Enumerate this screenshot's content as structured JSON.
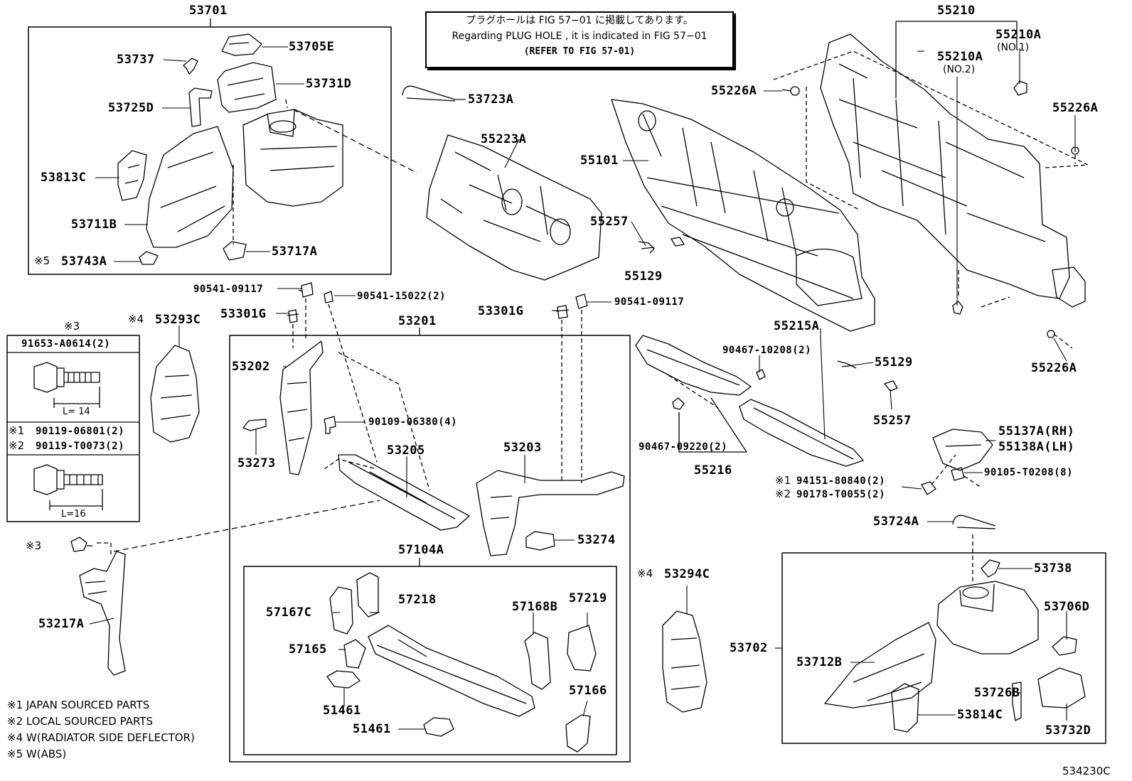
{
  "notice": {
    "line1": "プラグホールは FIG 57−01 に掲載してあります。",
    "line2": "Regarding  PLUG  HOLE , it is indicated in FIG  57−01",
    "line3": "(REFER TO FIG 57-01)"
  },
  "parts": {
    "p53701": "53701",
    "p53705E": "53705E",
    "p53737": "53737",
    "p53731D": "53731D",
    "p53725D": "53725D",
    "p53813C": "53813C",
    "p53711B": "53711B",
    "p53743A": "53743A",
    "p53743A_mark": "※5",
    "p53717A": "53717A",
    "p53723A": "53723A",
    "p55223A": "55223A",
    "p55210": "55210",
    "p55210A_1": "55210A",
    "p55210A_1_sub": "(NO.1)",
    "p55210A_2": "55210A",
    "p55210A_2_sub": "(NO.2)",
    "p55226A_1": "55226A",
    "p55226A_2": "55226A",
    "p55226A_3": "55226A",
    "p55101": "55101",
    "p55257_1": "55257",
    "p55129_1": "55129",
    "p90541_09117_a": "90541-09117",
    "p90541_15022": "90541-15022(2)",
    "p53301G_a": "53301G",
    "p53301G_b": "53301G",
    "p90541_09117_b": "90541-09117",
    "p53201": "53201",
    "p53293C_mark": "※4",
    "p53293C": "53293C",
    "p53202": "53202",
    "p90109": "90109-06380(4)",
    "p53273": "53273",
    "p53205": "53205",
    "p53203": "53203",
    "p53274": "53274",
    "p55215A": "55215A",
    "p90467_10208": "90467-10208(2)",
    "p55129_2": "55129",
    "p55257_2": "55257",
    "p90467_09220": "90467-09220(2)",
    "p55216": "55216",
    "p55137A": "55137A(RH)",
    "p55138A": "55138A(LH)",
    "p90105": "90105-T0208(8)",
    "p94151_mark": "※1",
    "p94151": "94151-80840(2)",
    "p90178_mark": "※2",
    "p90178": "90178-T0055(2)",
    "p53724A": "53724A",
    "p53738": "53738",
    "p53706D": "53706D",
    "p53702": "53702",
    "p53712B": "53712B",
    "p53726B": "53726B",
    "p53814C": "53814C",
    "p53732D": "53732D",
    "p57104A": "57104A",
    "p57167C": "57167C",
    "p57218": "57218",
    "p57168B": "57168B",
    "p57219": "57219",
    "p57165": "57165",
    "p51461_a": "51461",
    "p51461_b": "51461",
    "p57166": "57166",
    "p53294C_mark": "※4",
    "p53294C": "53294C",
    "p53217A": "53217A",
    "p_x3_bolt_mark": "※3"
  },
  "fastener_box": {
    "header_mark": "※3",
    "part1": "91653-A0614(2)",
    "dim1": "L= 14",
    "row2_mark": "※1",
    "part2": "90119-06801(2)",
    "row3_mark": "※2",
    "part3": "90119-T0073(2)",
    "dim2": "L=16"
  },
  "footnotes": [
    "※1 JAPAN SOURCED PARTS",
    "※2 LOCAL SOURCED PARTS",
    "※4 W(RADIATOR SIDE DEFLECTOR)",
    "※5 W(ABS)"
  ],
  "figure_code": "534230C"
}
